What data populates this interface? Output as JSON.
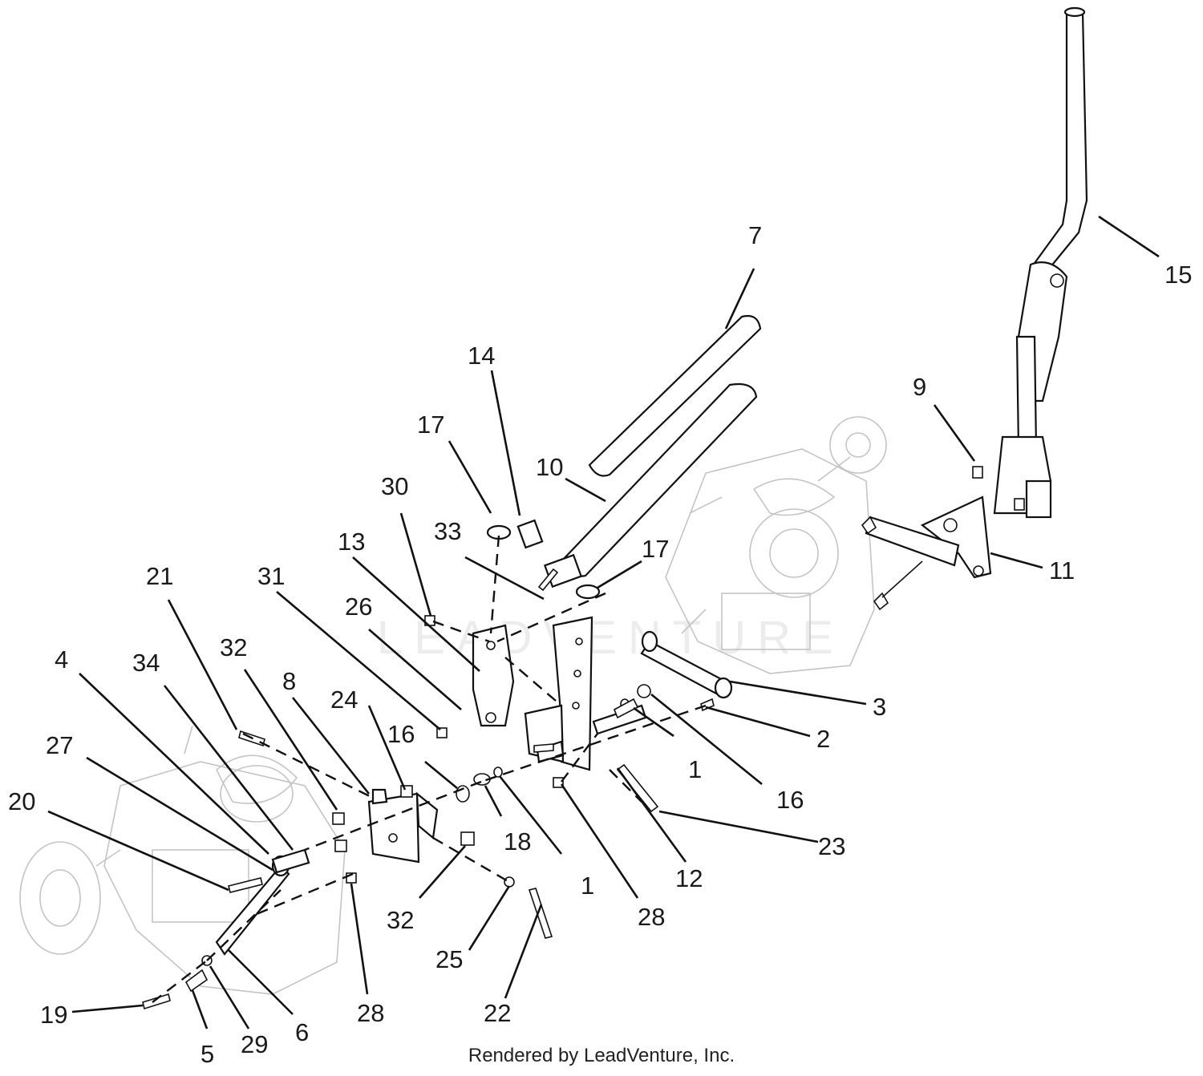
{
  "watermark": "LEADVENTURE",
  "credit": "Rendered by LeadVenture, Inc.",
  "callouts": [
    "1",
    "1",
    "2",
    "3",
    "4",
    "5",
    "6",
    "7",
    "8",
    "9",
    "10",
    "11",
    "12",
    "13",
    "14",
    "15",
    "16",
    "16",
    "17",
    "17",
    "18",
    "19",
    "20",
    "21",
    "22",
    "23",
    "24",
    "25",
    "26",
    "27",
    "28",
    "28",
    "29",
    "30",
    "31",
    "32",
    "32",
    "33",
    "34"
  ]
}
